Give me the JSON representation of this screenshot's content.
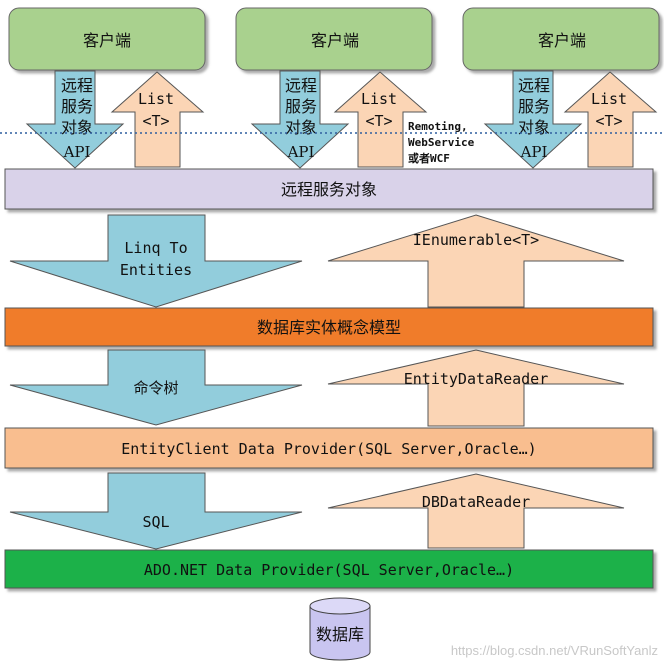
{
  "clients": [
    {
      "label": "客户端"
    },
    {
      "label": "客户端"
    },
    {
      "label": "客户端"
    }
  ],
  "client_down_arrow": {
    "lines": [
      "远程",
      "服务",
      "对象",
      "API"
    ]
  },
  "client_up_arrow": {
    "lines": [
      "List",
      "<T>"
    ]
  },
  "remoting_note": {
    "lines": [
      "Remoting,",
      "WebService",
      "或者WCF"
    ]
  },
  "layers": {
    "remote_service": "远程服务对象",
    "entity_model": "数据库实体概念模型",
    "entity_client": "EntityClient Data Provider(SQL Server,Oracle…)",
    "ado_net": "ADO.NET Data Provider(SQL Server,Oracle…)"
  },
  "down_arrows": {
    "linq": [
      "Linq To",
      "Entities"
    ],
    "command_tree": "命令树",
    "sql": "SQL"
  },
  "up_arrows": {
    "ienumerable": "IEnumerable<T>",
    "entity_reader": "EntityDataReader",
    "db_reader": "DBDataReader"
  },
  "database": {
    "label": "数据库"
  },
  "watermark": "https://blog.csdn.net/VRunSoftYanlz",
  "colors": {
    "client_fill": "#a9d18e",
    "down_arrow": "#92cddc",
    "up_arrow": "#fbd5b5",
    "remote_layer": "#d9d2e9",
    "entity_layer": "#f07b2b",
    "entity_client_layer": "#f9be8f",
    "ado_layer": "#1eb14a",
    "database": "#c9c5f0"
  }
}
